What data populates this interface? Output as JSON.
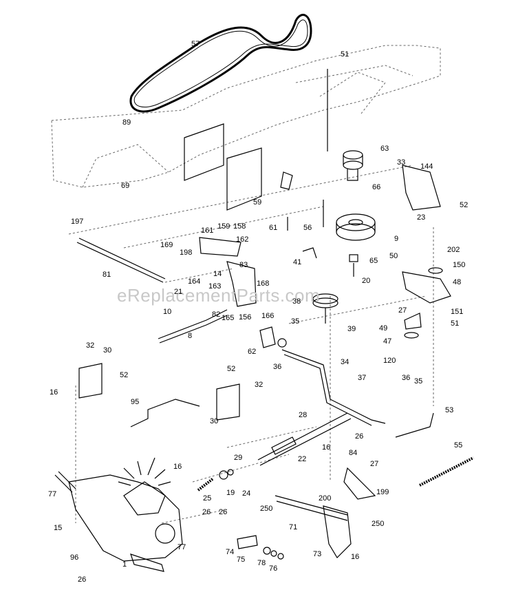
{
  "watermark": "eReplacementParts.com",
  "part_labels": [
    "57",
    "51",
    "89",
    "63",
    "69",
    "33",
    "144",
    "66",
    "59",
    "52",
    "23",
    "197",
    "61",
    "161",
    "159",
    "158",
    "56",
    "9",
    "169",
    "162",
    "198",
    "81",
    "83",
    "41",
    "65",
    "50",
    "202",
    "14",
    "164",
    "150",
    "163",
    "20",
    "48",
    "21",
    "168",
    "38",
    "27",
    "151",
    "10",
    "82",
    "165",
    "156",
    "166",
    "39",
    "51",
    "49",
    "35",
    "8",
    "47",
    "62",
    "36",
    "32",
    "30",
    "34",
    "120",
    "52",
    "16",
    "52",
    "37",
    "32",
    "36",
    "35",
    "95",
    "30",
    "53",
    "28",
    "26",
    "29",
    "22",
    "16",
    "84",
    "27",
    "55",
    "16",
    "25",
    "19",
    "24",
    "77",
    "200",
    "199",
    "26",
    "26",
    "250",
    "250",
    "71",
    "15",
    "77",
    "74",
    "73",
    "16",
    "75",
    "96",
    "78",
    "76",
    "1",
    "26"
  ]
}
